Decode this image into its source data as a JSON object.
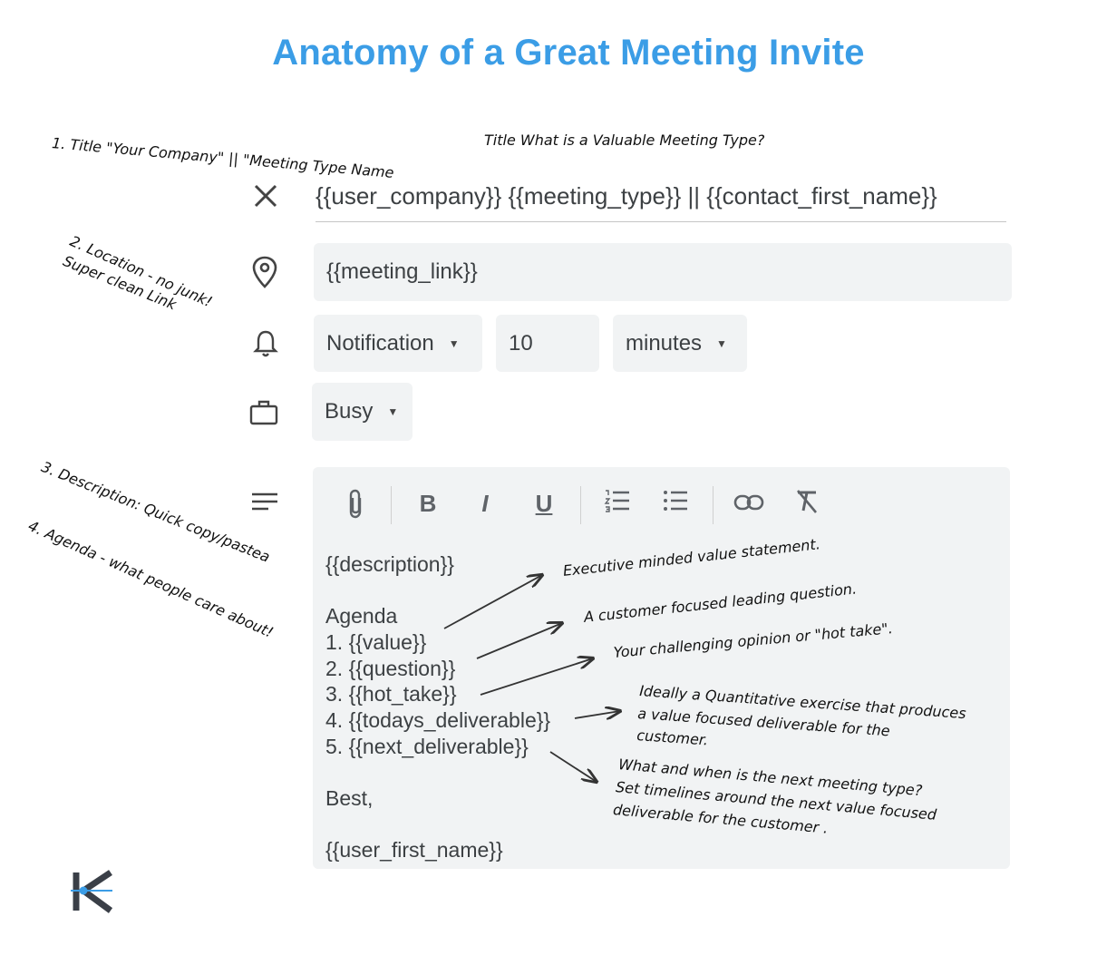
{
  "page": {
    "title": "Anatomy of a Great Meeting Invite"
  },
  "annotations": {
    "title_note": "1. Title  \"Your Company\" || \"Meeting Type Name",
    "title_example": "Title What is a Valuable Meeting Type?",
    "location_note_1": "2. Location - no junk!",
    "location_note_2": "Super clean Link",
    "description_note": "3. Description: Quick copy/pastea",
    "agenda_note": "4. Agenda - what people care about!",
    "value_note": "Executive minded value statement.",
    "question_note": "A customer focused leading question.",
    "hot_take_note": "Your challenging opinion or \"hot take\".",
    "deliverable_note_1": "Ideally a Quantitative exercise that produces",
    "deliverable_note_2": "a value focused deliverable for the",
    "deliverable_note_3": "customer.",
    "next_note_1": "What and when is the next meeting type?",
    "next_note_2": "Set timelines around the next value focused",
    "next_note_3": "deliverable for the customer ."
  },
  "event": {
    "title_value": "{{user_company}} {{meeting_type}} || {{contact_first_name}}",
    "location_value": "{{meeting_link}}",
    "notification_type": "Notification",
    "notification_amount": "10",
    "notification_unit": "minutes",
    "availability": "Busy"
  },
  "icons": {
    "close": "close-icon",
    "location": "location-pin-icon",
    "notification": "bell-icon",
    "availability": "briefcase-icon",
    "description": "notes-icon"
  },
  "toolbar": {
    "attach": "attach-icon",
    "bold": "B",
    "italic": "I",
    "underline": "U",
    "numbered_list": "numbered-list-icon",
    "bulleted_list": "bulleted-list-icon",
    "link": "link-icon",
    "clear_format": "clear-format-icon"
  },
  "description": {
    "line_desc": "{{description}}",
    "agenda": "Agenda",
    "item1": "1. {{value}}",
    "item2": "2. {{question}}",
    "item3": "3. {{hot_take}}",
    "item4": "4. {{todays_deliverable}}",
    "item5": "5. {{next_deliverable}}",
    "signoff": "Best,",
    "signature": "{{user_first_name}}"
  },
  "brand": {
    "logo_letter": "K",
    "accent": "#3b9de6"
  }
}
